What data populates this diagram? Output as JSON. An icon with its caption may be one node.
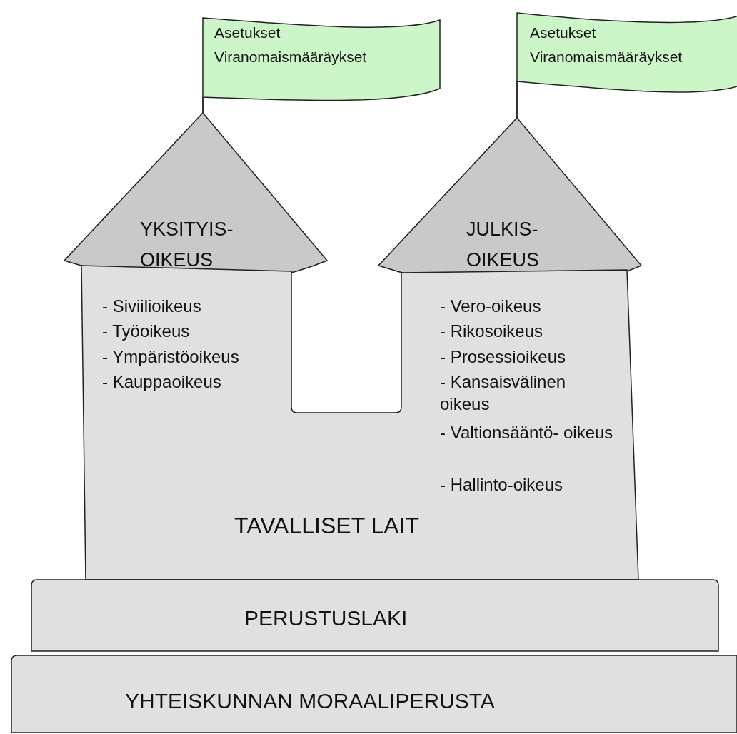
{
  "diagram": {
    "nodes": [
      {
        "text": [
          "Asetukset",
          "Viranomaismääräykset"
        ]
      },
      {
        "text": [
          "Asetukset",
          "Viranomaismääräykset"
        ]
      },
      {
        "text": [
          "YKSITYIS- OIKEUS"
        ]
      },
      {
        "text": [
          "JULKIS- OIKEUS"
        ]
      },
      {
        "text": [
          "- Siviilioikeus",
          "- Työoikeus",
          "- Ympäristöoikeus",
          "- Kauppaoikeus",
          "- Vero-oikeus",
          "- Rikosoikeus",
          "- Prosessioikeus",
          "- Kansaisvälinen oikeus",
          "- Valtionsääntö- oikeus",
          "- Hallinto-oikeus",
          "TAVALLISET LAIT"
        ]
      },
      {
        "text": [
          "PERUSTUSLAKI"
        ]
      },
      {
        "text": [
          "YHTEISKUNNAN MORAALIPERUSTA"
        ]
      }
    ],
    "edges": [
      {
        "from": 0,
        "to": 2,
        "arrow": "none"
      },
      {
        "from": 1,
        "to": 3,
        "arrow": "none"
      }
    ]
  }
}
